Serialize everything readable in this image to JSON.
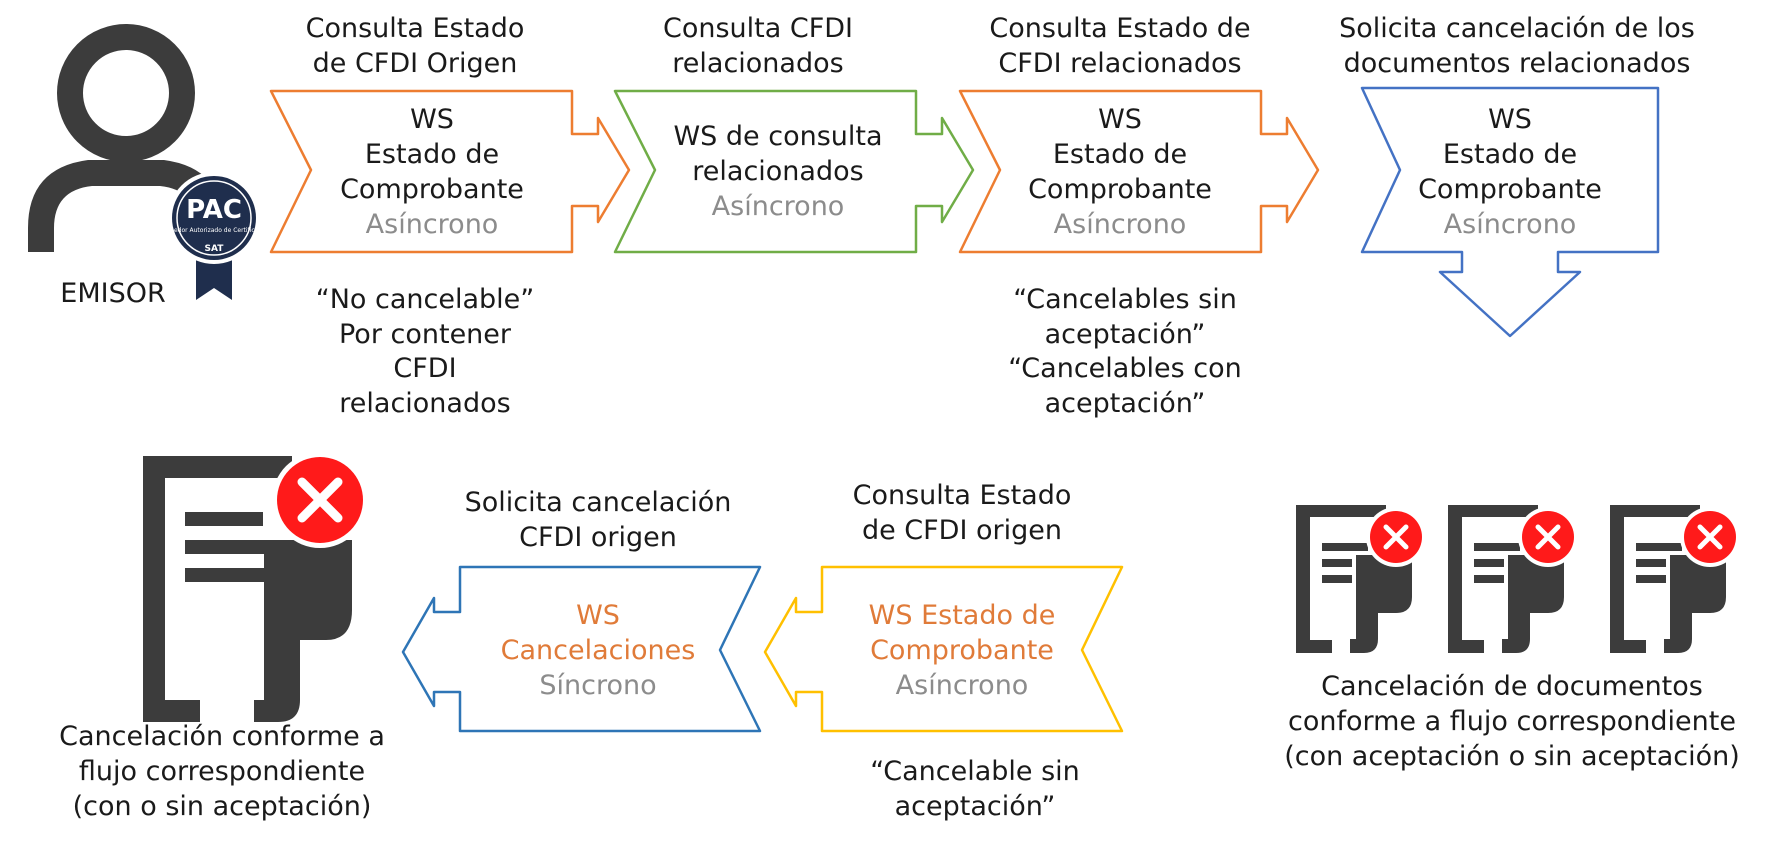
{
  "emisor": {
    "label": "EMISOR",
    "badge_text": "PAC",
    "badge_sub": "Proveedor Autorizado de Certificación",
    "badge_seal": "SAT"
  },
  "colors": {
    "orange": "#ED7D31",
    "green": "#70AD47",
    "blue": "#4472C4",
    "darkblue": "#2E75B6",
    "yellow": "#FFC000",
    "icon": "#3c3c3c",
    "red": "#ff1a1a",
    "accent_text": "#e07b39",
    "muted_text": "#8c8c8c"
  },
  "top_flow": [
    {
      "caption": [
        "Consulta Estado",
        "de CFDI Origen"
      ],
      "lines": [
        "WS",
        "Estado de",
        "Comprobante"
      ],
      "mode": "Asíncrono",
      "note": [
        "“No cancelable”",
        "Por contener",
        "CFDI",
        "relacionados"
      ]
    },
    {
      "caption": [
        "Consulta CFDI",
        "relacionados"
      ],
      "lines": [
        "WS  de consulta",
        "relacionados"
      ],
      "mode": "Asíncrono",
      "note": []
    },
    {
      "caption": [
        "Consulta Estado de",
        "CFDI relacionados"
      ],
      "lines": [
        "WS",
        "Estado de",
        "Comprobante"
      ],
      "mode": "Asíncrono",
      "note": [
        "“Cancelables sin",
        "aceptación”",
        "“Cancelables con",
        "aceptación”"
      ]
    },
    {
      "caption": [
        "Solicita cancelación de los",
        "documentos relacionados"
      ],
      "lines": [
        "WS",
        "Estado de",
        "Comprobante"
      ],
      "mode": "Asíncrono",
      "note": []
    }
  ],
  "bottom_flow": [
    {
      "caption": [
        "Consulta Estado",
        "de CFDI origen"
      ],
      "lines": [
        "WS Estado de",
        "Comprobante"
      ],
      "mode": "Asíncrono",
      "note": [
        "“Cancelable sin",
        "aceptación”"
      ]
    },
    {
      "caption": [
        "Solicita cancelación",
        "CFDI origen"
      ],
      "lines": [
        "WS",
        "Cancelaciones"
      ],
      "mode": "Síncrono",
      "note": []
    }
  ],
  "results": {
    "single": [
      "Cancelación conforme a",
      "flujo correspondiente",
      "(con o sin aceptación)"
    ],
    "multiple": [
      "Cancelación de documentos",
      "conforme a flujo correspondiente",
      "(con aceptación o sin aceptación)"
    ]
  }
}
